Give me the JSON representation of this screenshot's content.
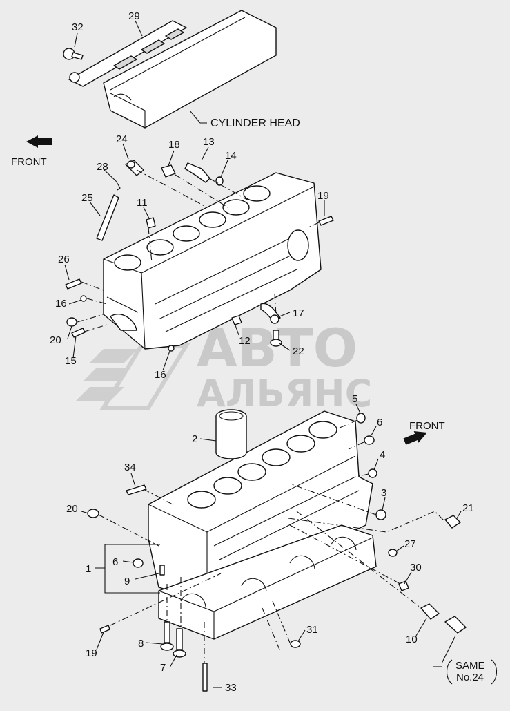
{
  "labels": {
    "cylinder_head": "CYLINDER HEAD",
    "front_top": "FRONT",
    "front_bottom": "FRONT",
    "same_line1": "SAME",
    "same_line2": "No.24",
    "watermark_line1": "АВТО",
    "watermark_line2": "АЛЬЯНС"
  },
  "callouts": [
    {
      "id": "c32",
      "text": "32"
    },
    {
      "id": "c29",
      "text": "29"
    },
    {
      "id": "c24",
      "text": "24"
    },
    {
      "id": "c18",
      "text": "18"
    },
    {
      "id": "c13",
      "text": "13"
    },
    {
      "id": "c14",
      "text": "14"
    },
    {
      "id": "c28",
      "text": "28"
    },
    {
      "id": "c25",
      "text": "25"
    },
    {
      "id": "c11",
      "text": "11"
    },
    {
      "id": "c19a",
      "text": "19"
    },
    {
      "id": "c26",
      "text": "26"
    },
    {
      "id": "c16a",
      "text": "16"
    },
    {
      "id": "c20a",
      "text": "20"
    },
    {
      "id": "c15",
      "text": "15"
    },
    {
      "id": "c17",
      "text": "17"
    },
    {
      "id": "c12",
      "text": "12"
    },
    {
      "id": "c22",
      "text": "22"
    },
    {
      "id": "c16b",
      "text": "16"
    },
    {
      "id": "c5",
      "text": "5"
    },
    {
      "id": "c6a",
      "text": "6"
    },
    {
      "id": "c2",
      "text": "2"
    },
    {
      "id": "c4",
      "text": "4"
    },
    {
      "id": "c34",
      "text": "34"
    },
    {
      "id": "c3",
      "text": "3"
    },
    {
      "id": "c20b",
      "text": "20"
    },
    {
      "id": "c21",
      "text": "21"
    },
    {
      "id": "c27",
      "text": "27"
    },
    {
      "id": "c1",
      "text": "1"
    },
    {
      "id": "c6b",
      "text": "6"
    },
    {
      "id": "c9",
      "text": "9"
    },
    {
      "id": "c30",
      "text": "30"
    },
    {
      "id": "c19b",
      "text": "19"
    },
    {
      "id": "c8",
      "text": "8"
    },
    {
      "id": "c31",
      "text": "31"
    },
    {
      "id": "c10",
      "text": "10"
    },
    {
      "id": "c7",
      "text": "7"
    },
    {
      "id": "c33",
      "text": "33"
    }
  ]
}
